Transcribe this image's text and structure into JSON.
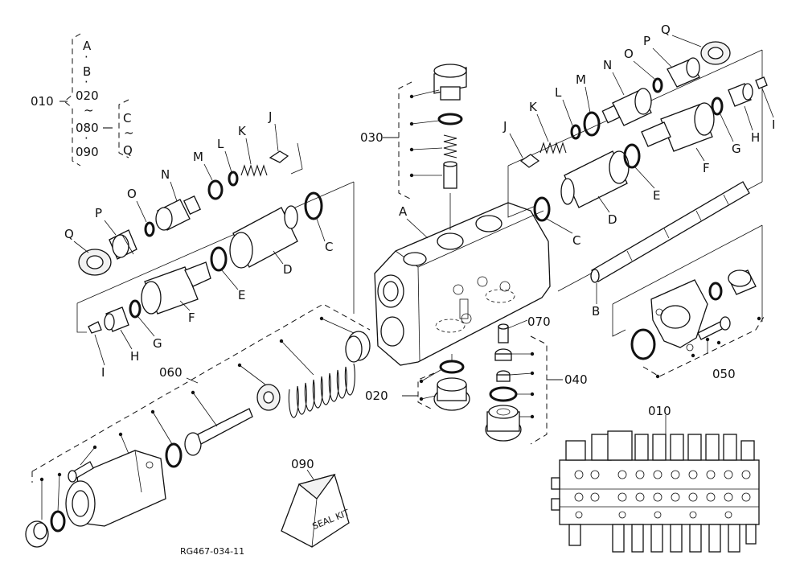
{
  "labels": {
    "A": "A",
    "B": "B",
    "C": "C",
    "D": "D",
    "E": "E",
    "F": "F",
    "G": "G",
    "H": "H",
    "I": "I",
    "J": "J",
    "K": "K",
    "L": "L",
    "M": "M",
    "N": "N",
    "O": "O",
    "P": "P",
    "Q": "Q"
  },
  "groups": {
    "g010": "010",
    "g020": "020",
    "g030": "030",
    "g040": "040",
    "g050": "050",
    "g060": "060",
    "g070": "070",
    "g080": "080",
    "g090": "090"
  },
  "legend": {
    "tilde": "~",
    "dot": "·"
  },
  "seal_kit_text": "SEAL KIT",
  "drawing_code": "RG467-034-11"
}
